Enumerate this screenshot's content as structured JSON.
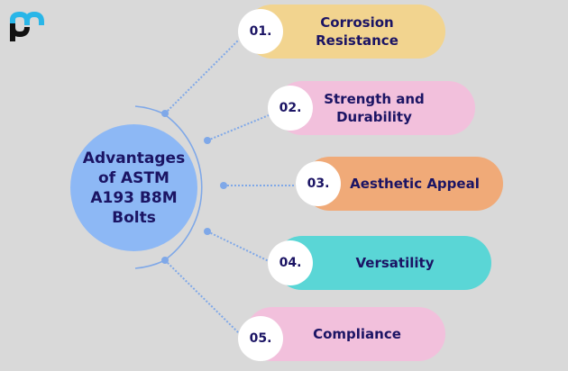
{
  "logo": {
    "name": "pm-logo-icon",
    "colors": {
      "top": "#29b6e8",
      "bottom": "#111111"
    }
  },
  "hub": {
    "title": "Advantages of ASTM A193 B8M Bolts",
    "color": "#8db8f5"
  },
  "text_color": "#1b1464",
  "connector_color": "#7fa8e8",
  "items": [
    {
      "number": "01.",
      "label": "Corrosion Resistance",
      "color": "#f2d48f"
    },
    {
      "number": "02.",
      "label": "Strength and Durability",
      "color": "#f2c0dc"
    },
    {
      "number": "03.",
      "label": "Aesthetic Appeal",
      "color": "#f0aa78"
    },
    {
      "number": "04.",
      "label": "Versatility",
      "color": "#5ad6d6"
    },
    {
      "number": "05.",
      "label": "Compliance",
      "color": "#f2c0dc"
    }
  ]
}
